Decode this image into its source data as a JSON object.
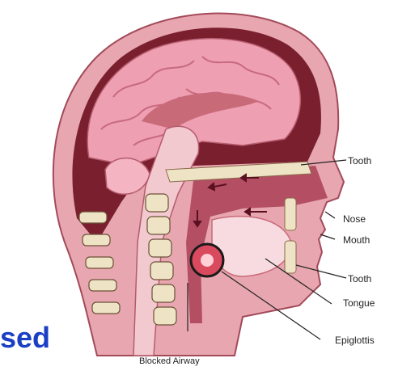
{
  "labels": {
    "tooth_top": "Tooth",
    "nose": "Nose",
    "mouth": "Mouth",
    "tooth_bottom": "Tooth",
    "tongue": "Tongue",
    "epiglottis": "Epiglottis",
    "blocked_airway": "Blocked Airway"
  },
  "slide_text": "sed",
  "colors": {
    "skin": "#e8a7b0",
    "tissue": "#c96a79",
    "dark": "#7a1f2e",
    "brain": "#ee9fb1",
    "bone": "#efe3c6",
    "text_blue": "#1a3fc4"
  }
}
